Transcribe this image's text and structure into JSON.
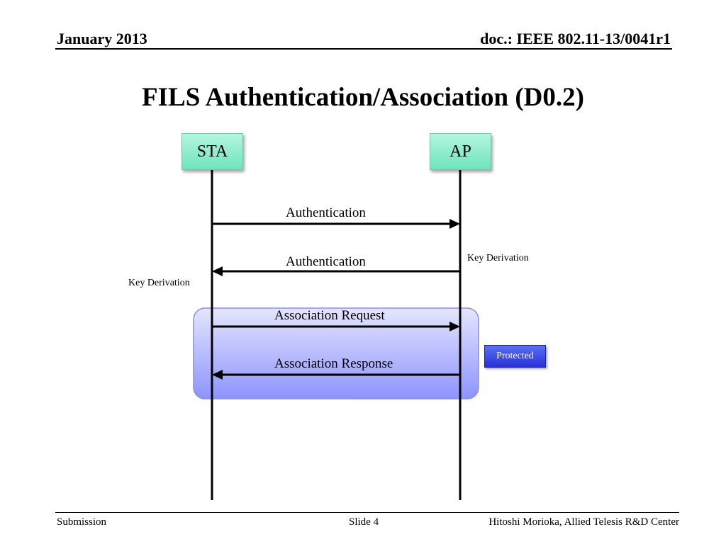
{
  "header": {
    "date": "January 2013",
    "doc": "doc.: IEEE 802.11-13/0041r1"
  },
  "title": "FILS Authentication/Association (D0.2)",
  "diagram": {
    "entities": {
      "sta": "STA",
      "ap": "AP"
    },
    "messages": {
      "auth_request": "Authentication",
      "auth_response": "Authentication",
      "assoc_request": "Association Request",
      "assoc_response": "Association Response"
    },
    "notes": {
      "ap_key_derivation": "Key Derivation",
      "sta_key_derivation": "Key Derivation"
    },
    "protected_badge": "Protected",
    "colors": {
      "entity_fill": "#6ee4be",
      "protected_region": "#9aa0ff",
      "badge": "#2730d6"
    }
  },
  "footer": {
    "submission": "Submission",
    "slide": "Slide 4",
    "author": "Hitoshi Morioka, Allied Telesis R&D Center"
  }
}
